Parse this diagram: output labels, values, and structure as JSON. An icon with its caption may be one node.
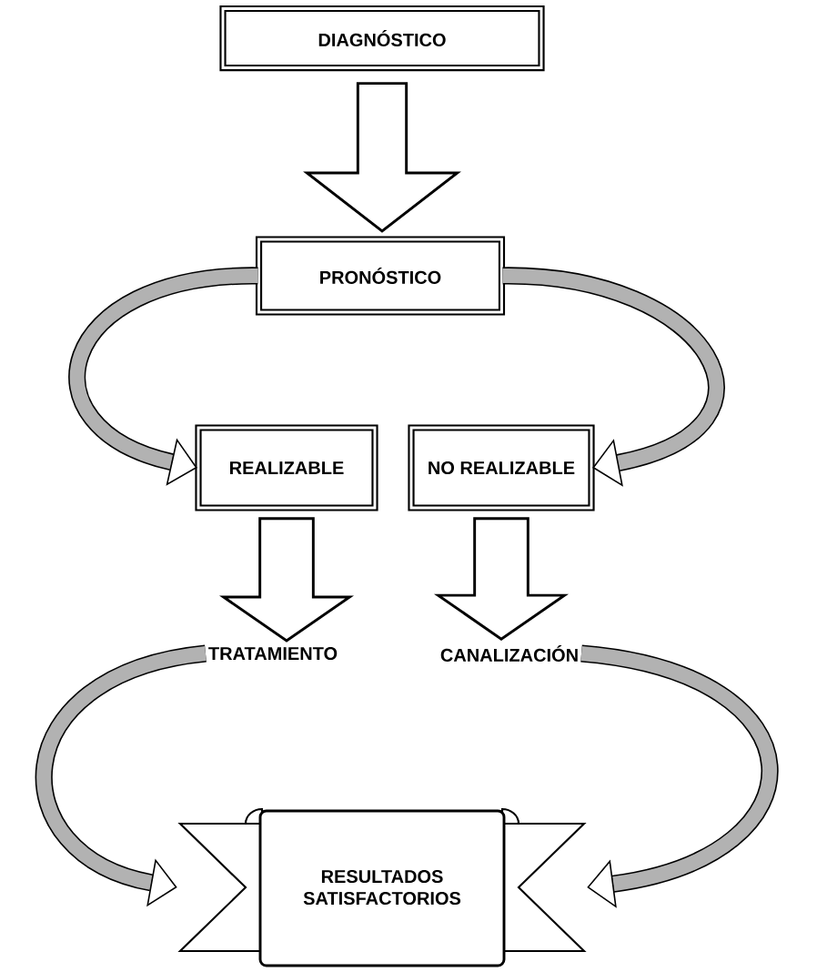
{
  "diagram": {
    "nodes": [
      {
        "text": [
          "DIAGNÓSTICO"
        ]
      },
      {
        "text": [
          "PRONÓSTICO"
        ]
      },
      {
        "text": [
          "REALIZABLE"
        ]
      },
      {
        "text": [
          "NO REALIZABLE"
        ]
      },
      {
        "text": [
          "TRATAMIENTO"
        ]
      },
      {
        "text": [
          "CANALIZACIÓN"
        ]
      },
      {
        "text": [
          "RESULTADOS SATISFACTORIOS"
        ]
      }
    ],
    "edges": [
      {
        "from": 0,
        "to": 1,
        "arrow": "to"
      },
      {
        "from": 1,
        "to": 2,
        "arrow": "to"
      },
      {
        "from": 1,
        "to": 3,
        "arrow": "to"
      },
      {
        "from": 2,
        "to": 4,
        "arrow": "to"
      },
      {
        "from": 3,
        "to": 5,
        "arrow": "to"
      },
      {
        "from": 4,
        "to": 6,
        "arrow": "to"
      },
      {
        "from": 5,
        "to": 6,
        "arrow": "to"
      }
    ]
  }
}
